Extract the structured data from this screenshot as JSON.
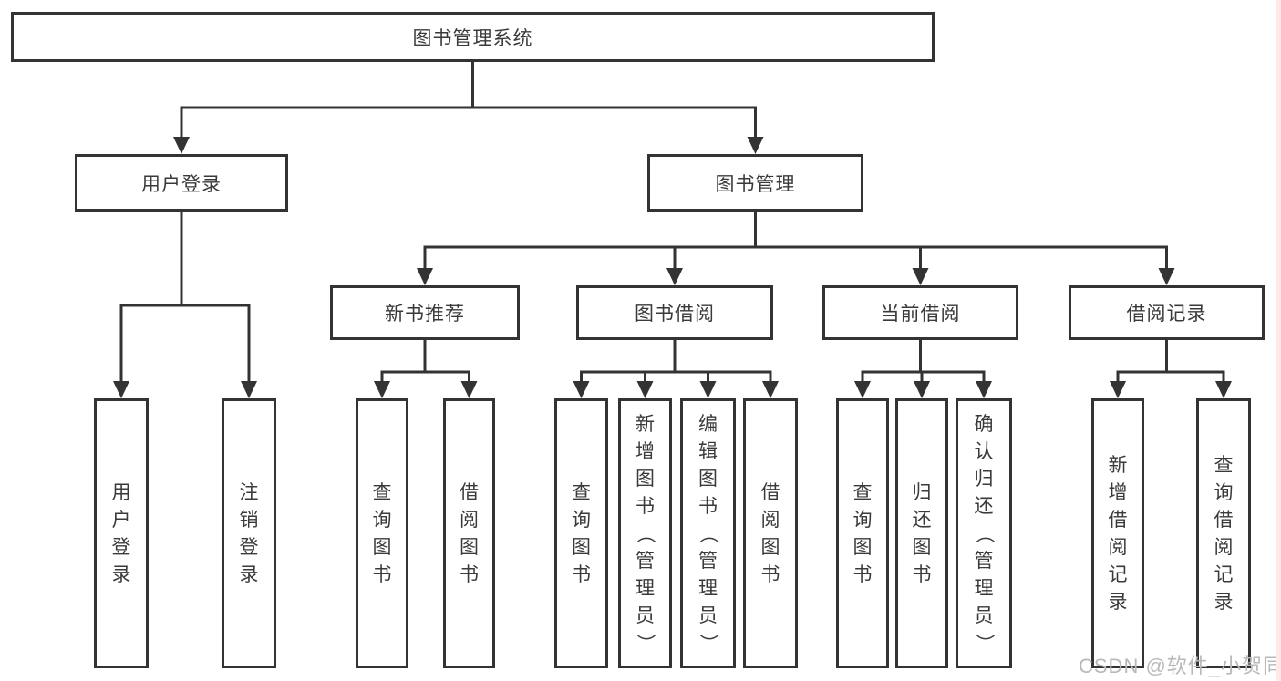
{
  "diagram": {
    "tree": {
      "label": "图书管理系统",
      "children": [
        {
          "label": "用户登录",
          "children": [
            {
              "label": "用户登录"
            },
            {
              "label": "注销登录"
            }
          ]
        },
        {
          "label": "图书管理",
          "children": [
            {
              "label": "新书推荐",
              "children": [
                {
                  "label": "查询图书"
                },
                {
                  "label": "借阅图书"
                }
              ]
            },
            {
              "label": "图书借阅",
              "children": [
                {
                  "label": "查询图书"
                },
                {
                  "label": "新增图书（管理员）"
                },
                {
                  "label": "编辑图书（管理员）"
                },
                {
                  "label": "借阅图书"
                }
              ]
            },
            {
              "label": "当前借阅",
              "children": [
                {
                  "label": "查询图书"
                },
                {
                  "label": "归还图书"
                },
                {
                  "label": "确认归还（管理员）"
                }
              ]
            },
            {
              "label": "借阅记录",
              "children": [
                {
                  "label": "新增借阅记录"
                },
                {
                  "label": "查询借阅记录"
                }
              ]
            }
          ]
        }
      ]
    }
  },
  "watermark": {
    "text": "CSDN @软件_小贺同学"
  },
  "colors": {
    "line": "#333333",
    "box_border": "#333333",
    "box_fill": "#ffffff",
    "text": "#3a3a3a",
    "watermark": "#b9b9b9",
    "page_edge": "#ffe9e9"
  }
}
